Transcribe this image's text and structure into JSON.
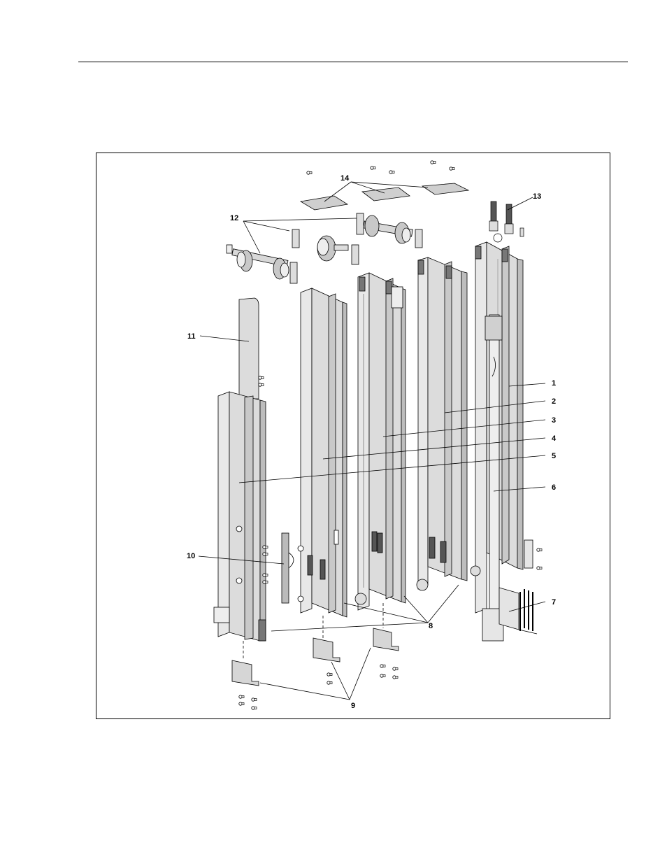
{
  "figure": {
    "callouts": [
      {
        "id": "1",
        "text": "1"
      },
      {
        "id": "2",
        "text": "2"
      },
      {
        "id": "3",
        "text": "3"
      },
      {
        "id": "4",
        "text": "4"
      },
      {
        "id": "5",
        "text": "5"
      },
      {
        "id": "6",
        "text": "6"
      },
      {
        "id": "7",
        "text": "7"
      },
      {
        "id": "8",
        "text": "8"
      },
      {
        "id": "9",
        "text": "9"
      },
      {
        "id": "10",
        "text": "10"
      },
      {
        "id": "11",
        "text": "11"
      },
      {
        "id": "12",
        "text": "12"
      },
      {
        "id": "13",
        "text": "13"
      },
      {
        "id": "14",
        "text": "14"
      }
    ]
  },
  "colors": {
    "line": "#000000",
    "part_fill": "#e2e2e2",
    "part_shade": "#b8b8b8",
    "dark_part": "#6b6b6b",
    "plate": "#c9c9c9"
  }
}
